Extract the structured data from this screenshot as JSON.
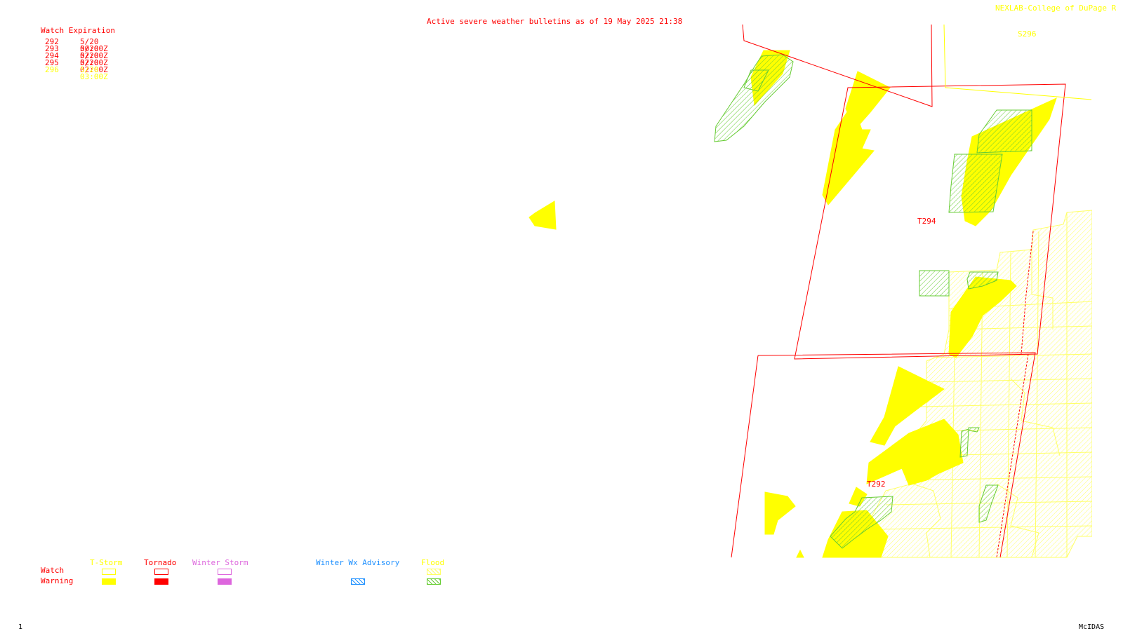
{
  "header": {
    "title": "Active severe weather bulletins as of 19 May 2025 21:38",
    "credit": "NEXLAB-College of DuPage R"
  },
  "watch_expiration": {
    "heading": "Watch Expiration",
    "rows": [
      {
        "id": "292",
        "time": "5/20 00:00Z",
        "color": "#ff0000"
      },
      {
        "id": "293",
        "time": "5/20 02:00Z",
        "color": "#ff0000"
      },
      {
        "id": "294",
        "time": "5/20 02:00Z",
        "color": "#ff0000"
      },
      {
        "id": "295",
        "time": "5/20 02:00Z",
        "color": "#ff0000"
      },
      {
        "id": "296",
        "time": "5/20 03:00Z",
        "color": "#ffff00"
      }
    ]
  },
  "map_labels": {
    "watch_294": "T294",
    "watch_292": "T292",
    "watch_296": "S296"
  },
  "legend": {
    "row_watch": "Watch",
    "row_warning": "Warning",
    "columns": [
      {
        "label": "T-Storm",
        "color": "#ffff00"
      },
      {
        "label": "Tornado",
        "color": "#ff0000"
      },
      {
        "label": "Winter Storm",
        "color": "#dd66dd"
      },
      {
        "label": "Winter Wx Advisory",
        "color": "#1e90ff"
      },
      {
        "label": "Flood",
        "color": "#ffff00"
      }
    ],
    "flood_warning_color": "#66cc33"
  },
  "footer": {
    "frame_number": "1",
    "software": "McIDAS"
  },
  "colors": {
    "tstorm": "#ffff00",
    "tornado": "#ff0000",
    "flood_hatch": "#66cc33",
    "flood_watch": "#ffff66"
  }
}
